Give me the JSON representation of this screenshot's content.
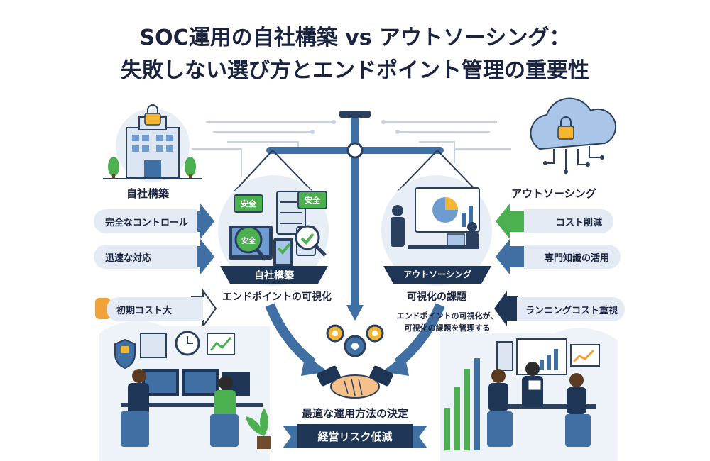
{
  "title": {
    "line1": "SOC運用の自社構築 vs アウトソーシング：",
    "line2": "失敗しない選び方とエンドポイント管理の重要性"
  },
  "left": {
    "heading": "自社構築",
    "pills": [
      "完全なコントロール",
      "迅速な対応",
      "初期コスト大"
    ],
    "banner": "自社構築",
    "caption": "エンドポイントの可視化",
    "badges": [
      "安全",
      "安全",
      "安全"
    ]
  },
  "right": {
    "heading": "アウトソーシング",
    "pills": [
      "コスト削減",
      "専門知識の活用",
      "ランニングコスト重視"
    ],
    "banner": "アウトソーシング",
    "caption": "可視化の課題",
    "note_line1": "エンドポイントの可視化が、",
    "note_line2": "可視化の課題を管理する"
  },
  "center": {
    "decision": "最適な運用方法の決定",
    "ribbon": "経営リスク低減"
  },
  "colors": {
    "navy": "#1e3556",
    "pill_bg": "#e4ebf4",
    "arrow_blue": "#3f6fa3",
    "arrow_green": "#4caf50",
    "arrow_orange": "#f0a33a"
  }
}
